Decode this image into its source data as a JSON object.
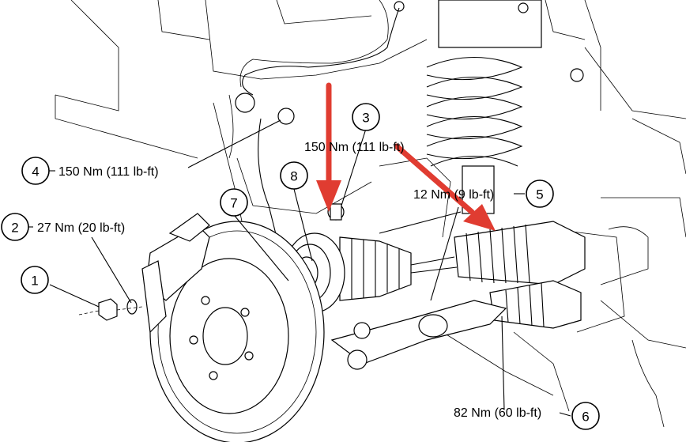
{
  "callouts": [
    {
      "num": "1",
      "torque": ""
    },
    {
      "num": "2",
      "torque": "27 Nm (20 lb-ft)"
    },
    {
      "num": "3",
      "torque": "150 Nm (111 lb-ft)"
    },
    {
      "num": "4",
      "torque": "150 Nm (111 lb-ft)"
    },
    {
      "num": "5",
      "torque": "12 Nm (9 lb-ft)"
    },
    {
      "num": "6",
      "torque": "82 Nm (60 lb-ft)"
    },
    {
      "num": "7",
      "torque": ""
    },
    {
      "num": "8",
      "torque": ""
    }
  ],
  "colors": {
    "arrow": "#e03c31",
    "line": "#000000",
    "background": "#ffffff"
  }
}
